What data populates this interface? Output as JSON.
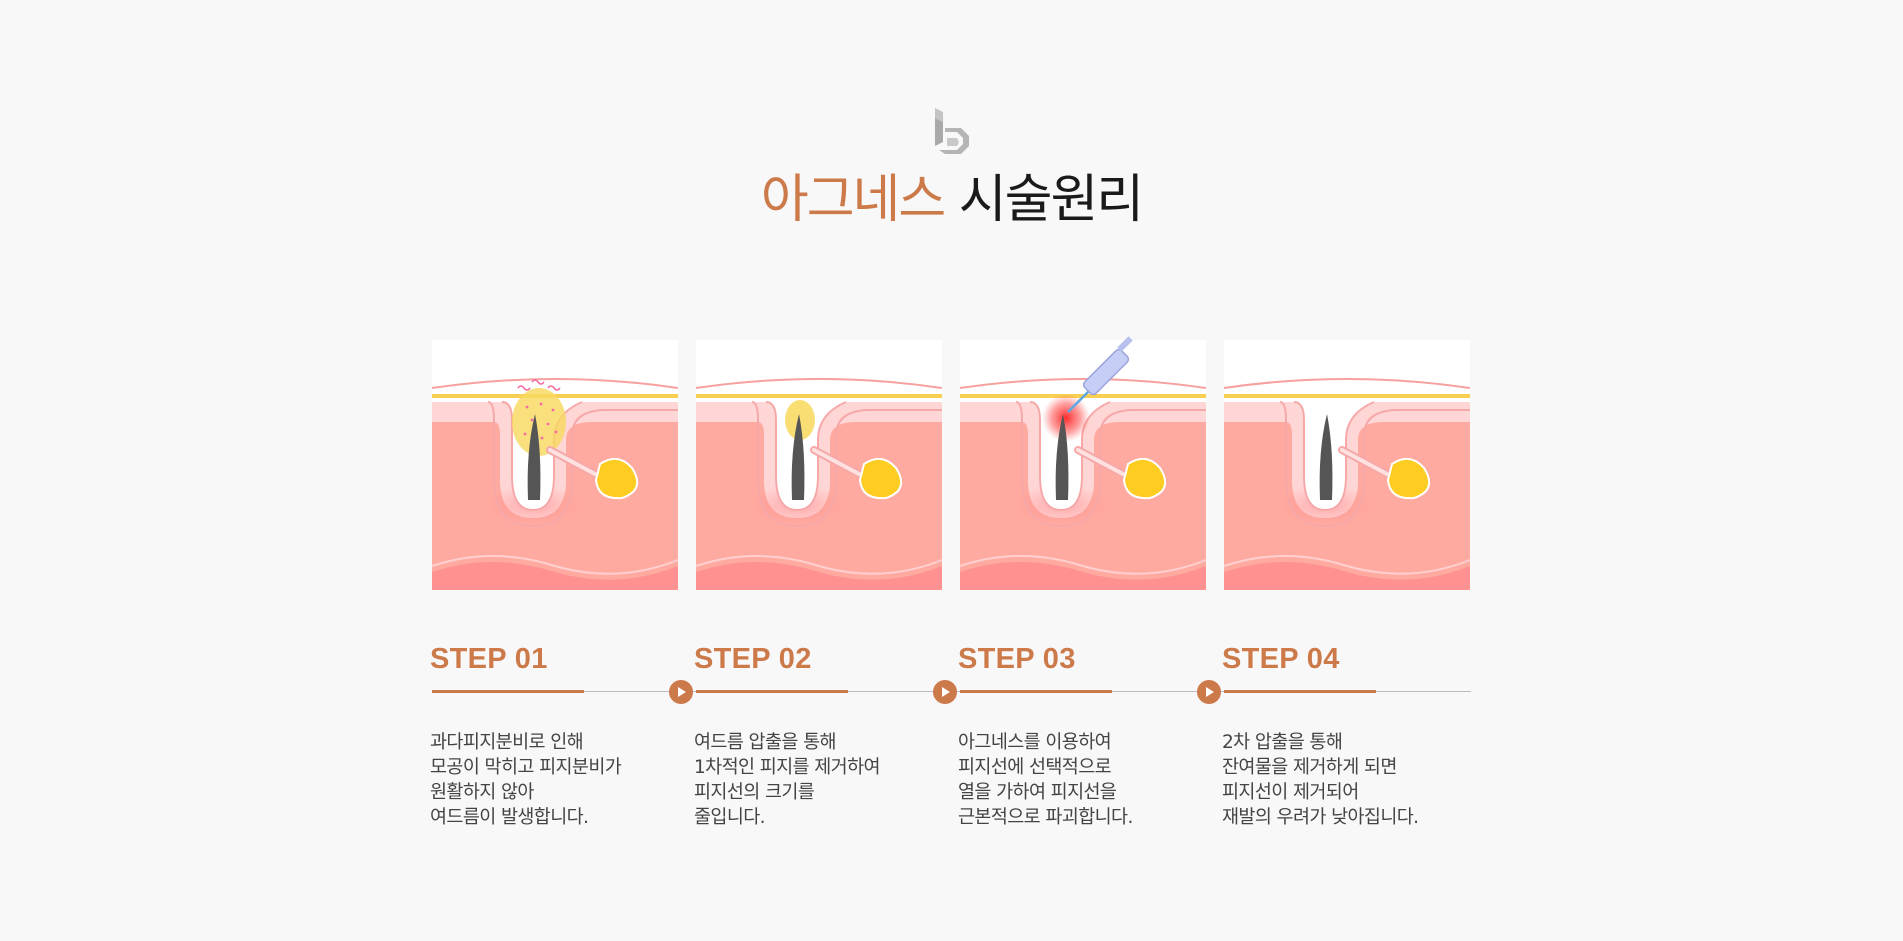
{
  "logo": {
    "icon": "b-monogram-logo",
    "color": "#b8b8b8"
  },
  "header": {
    "title_accent": "아그네스",
    "title_rest": "시술원리",
    "accent_color": "#cd7a4a"
  },
  "steps": [
    {
      "label": "STEP 01",
      "illustration": "clogged-pore-with-sebum-illustration",
      "lines": [
        "과다피지분비로 인해",
        "모공이 막히고 피지분비가",
        "원활하지 않아",
        "여드름이 발생합니다."
      ]
    },
    {
      "label": "STEP 02",
      "illustration": "first-extraction-illustration",
      "lines": [
        "여드름 압출을 통해",
        "1차적인 피지를 제거하여",
        "피지선의 크기를",
        "줄입니다."
      ]
    },
    {
      "label": "STEP 03",
      "illustration": "needle-heat-treatment-illustration",
      "lines": [
        "아그네스를 이용하여",
        "피지선에 선택적으로",
        "열을 가하여 피지선을",
        "근본적으로 파괴합니다."
      ]
    },
    {
      "label": "STEP 04",
      "illustration": "clean-pore-illustration",
      "lines": [
        "2차 압출을 통해",
        "잔여물을 제거하게 되면",
        "피지선이 제거되어",
        "재발의 우려가 낮아집니다."
      ]
    }
  ],
  "colors": {
    "step_accent": "#cd7a4a",
    "skin_light": "#ffd3d3",
    "skin_mid": "#ffaaa0",
    "skin_deep": "#ff9191",
    "gland": "#ffcc22",
    "hair": "#555555"
  }
}
